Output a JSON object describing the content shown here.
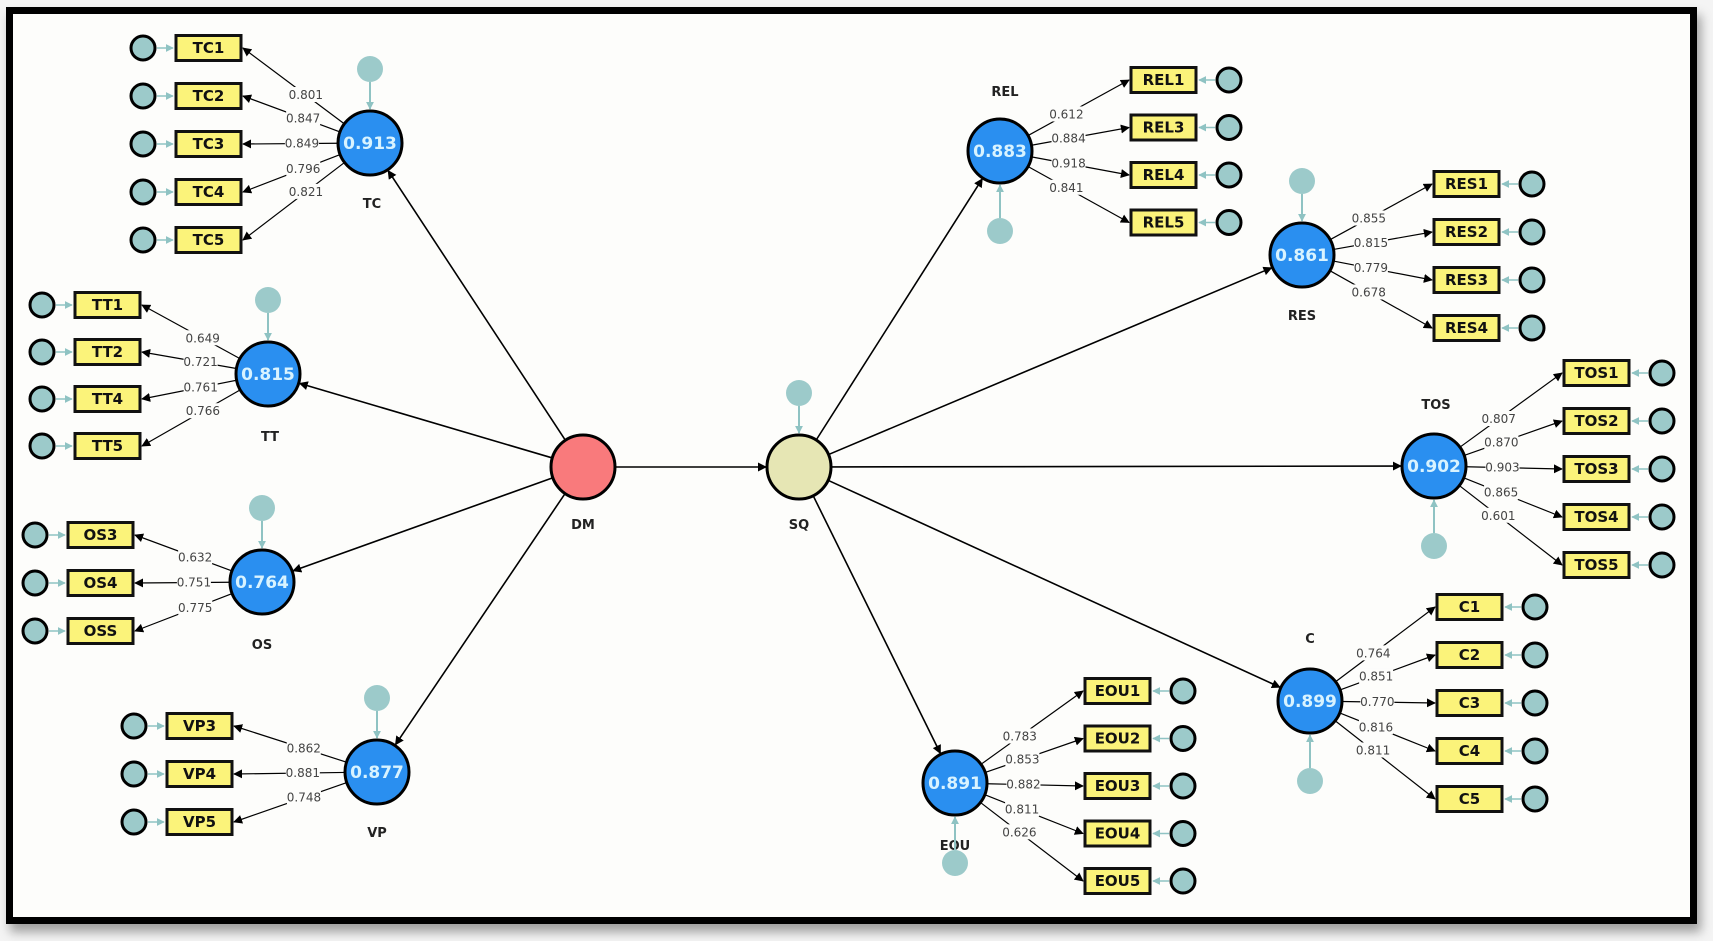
{
  "diagram": {
    "type": "structural-equation-model",
    "colors": {
      "latent_fill": "#2a8ff0",
      "exogenous_fill": "#f97a7c",
      "mediator_fill": "#e6e6b4",
      "indicator_fill": "#fbf37a",
      "error_fill": "#9ccaca",
      "arrow": "#000000",
      "error_arrow": "#8fc3c3",
      "frame": "#000000"
    },
    "core_nodes": [
      {
        "id": "DM",
        "label": "DM",
        "value": ""
      },
      {
        "id": "SQ",
        "label": "SQ",
        "value": ""
      }
    ],
    "structural_paths": [
      {
        "from": "DM",
        "to": "SQ"
      },
      {
        "from": "DM",
        "to": "TC"
      },
      {
        "from": "DM",
        "to": "TT"
      },
      {
        "from": "DM",
        "to": "OS"
      },
      {
        "from": "DM",
        "to": "VP"
      },
      {
        "from": "SQ",
        "to": "REL"
      },
      {
        "from": "SQ",
        "to": "RES"
      },
      {
        "from": "SQ",
        "to": "TOS"
      },
      {
        "from": "SQ",
        "to": "C"
      },
      {
        "from": "SQ",
        "to": "EOU"
      }
    ],
    "constructs": [
      {
        "id": "TC",
        "label": "TC",
        "value": "0.913",
        "side": "left",
        "indicators": [
          {
            "label": "TC1",
            "loading": "0.801"
          },
          {
            "label": "TC2",
            "loading": "0.847"
          },
          {
            "label": "TC3",
            "loading": "0.849"
          },
          {
            "label": "TC4",
            "loading": "0.796"
          },
          {
            "label": "TC5",
            "loading": "0.821"
          }
        ]
      },
      {
        "id": "TT",
        "label": "TT",
        "value": "0.815",
        "side": "left",
        "indicators": [
          {
            "label": "TT1",
            "loading": "0.649"
          },
          {
            "label": "TT2",
            "loading": "0.721"
          },
          {
            "label": "TT4",
            "loading": "0.761"
          },
          {
            "label": "TT5",
            "loading": "0.766"
          }
        ]
      },
      {
        "id": "OS",
        "label": "OS",
        "value": "0.764",
        "side": "left",
        "indicators": [
          {
            "label": "OS3",
            "loading": "0.632"
          },
          {
            "label": "OS4",
            "loading": "0.751"
          },
          {
            "label": "OSS",
            "loading": "0.775"
          }
        ]
      },
      {
        "id": "VP",
        "label": "VP",
        "value": "0.877",
        "side": "left",
        "indicators": [
          {
            "label": "VP3",
            "loading": "0.862"
          },
          {
            "label": "VP4",
            "loading": "0.881"
          },
          {
            "label": "VP5",
            "loading": "0.748"
          }
        ]
      },
      {
        "id": "REL",
        "label": "REL",
        "value": "0.883",
        "side": "right",
        "indicators": [
          {
            "label": "REL1",
            "loading": "0.612"
          },
          {
            "label": "REL3",
            "loading": "0.884"
          },
          {
            "label": "REL4",
            "loading": "0.918"
          },
          {
            "label": "REL5",
            "loading": "0.841"
          }
        ]
      },
      {
        "id": "RES",
        "label": "RES",
        "value": "0.861",
        "side": "right",
        "indicators": [
          {
            "label": "RES1",
            "loading": "0.855"
          },
          {
            "label": "RES2",
            "loading": "0.815"
          },
          {
            "label": "RES3",
            "loading": "0.779"
          },
          {
            "label": "RES4",
            "loading": "0.678"
          }
        ]
      },
      {
        "id": "TOS",
        "label": "TOS",
        "value": "0.902",
        "side": "right",
        "indicators": [
          {
            "label": "TOS1",
            "loading": "0.807"
          },
          {
            "label": "TOS2",
            "loading": "0.870"
          },
          {
            "label": "TOS3",
            "loading": "0.903"
          },
          {
            "label": "TOS4",
            "loading": "0.865"
          },
          {
            "label": "TOS5",
            "loading": "0.601"
          }
        ]
      },
      {
        "id": "C",
        "label": "C",
        "value": "0.899",
        "side": "right",
        "indicators": [
          {
            "label": "C1",
            "loading": "0.764"
          },
          {
            "label": "C2",
            "loading": "0.851"
          },
          {
            "label": "C3",
            "loading": "0.770"
          },
          {
            "label": "C4",
            "loading": "0.816"
          },
          {
            "label": "C5",
            "loading": "0.811"
          }
        ]
      },
      {
        "id": "EOU",
        "label": "EOU",
        "value": "0.891",
        "side": "right",
        "indicators": [
          {
            "label": "EOU1",
            "loading": "0.783"
          },
          {
            "label": "EOU2",
            "loading": "0.853"
          },
          {
            "label": "EOU3",
            "loading": "0.882"
          },
          {
            "label": "EOU4",
            "loading": "0.811"
          },
          {
            "label": "EOU5",
            "loading": "0.626"
          }
        ]
      }
    ]
  }
}
